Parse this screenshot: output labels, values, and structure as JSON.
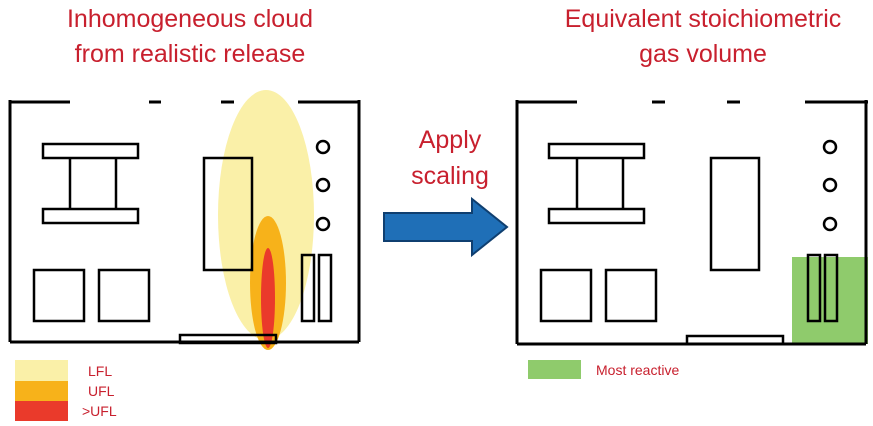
{
  "left_panel": {
    "title_line1": "Inhomogeneous cloud",
    "title_line2": "from realistic release"
  },
  "right_panel": {
    "title_line1": "Equivalent stoichiometric",
    "title_line2": "gas volume"
  },
  "arrow": {
    "label_line1": "Apply",
    "label_line2": "scaling",
    "color": "#1f6fb7"
  },
  "legend_left": [
    {
      "label": "LFL",
      "color": "#faf0a8"
    },
    {
      "label": "UFL",
      "color": "#f7b21a"
    },
    {
      "label": ">UFL",
      "color": "#ea3a2b"
    }
  ],
  "legend_right": [
    {
      "label": "Most reactive",
      "color": "#8fcb6c"
    }
  ]
}
